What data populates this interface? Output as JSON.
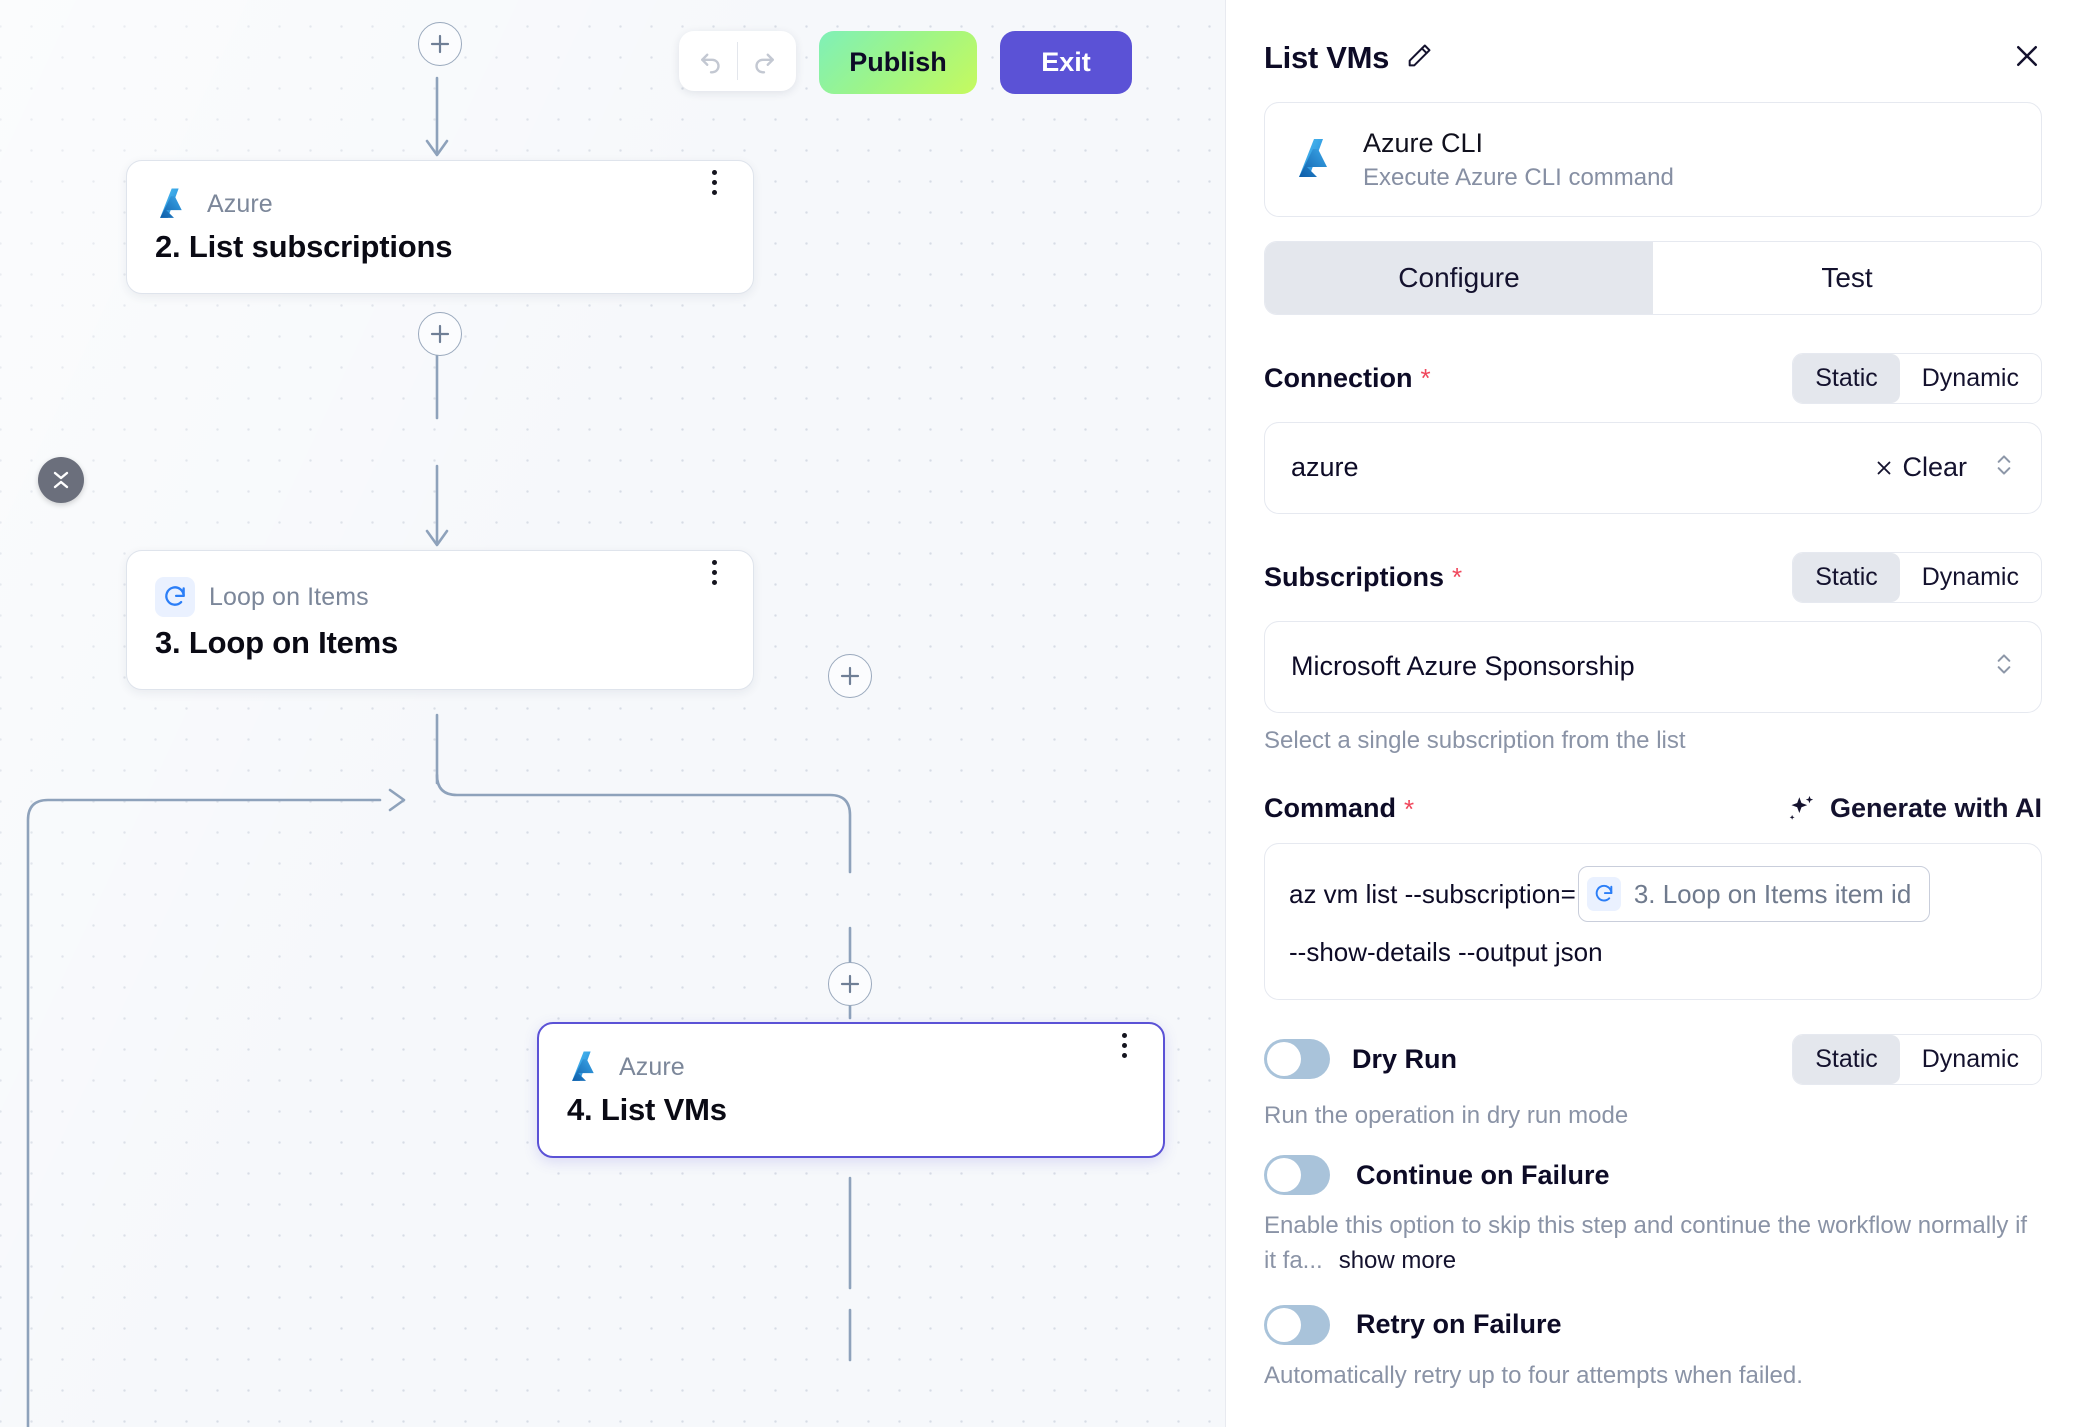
{
  "toolbar": {
    "undo_icon": "undo-arrow-icon",
    "redo_icon": "redo-arrow-icon",
    "publish_label": "Publish",
    "exit_label": "Exit",
    "publish_color": "#9df588",
    "exit_color": "#5b52d6"
  },
  "canvas": {
    "nodes": [
      {
        "type": "Azure",
        "title": "2. List subscriptions",
        "icon": "azure-icon",
        "selected": false
      },
      {
        "type": "Loop on Items",
        "title": "3. Loop on Items",
        "icon": "loop-refresh-icon",
        "selected": false
      },
      {
        "type": "Azure",
        "title": "4. List VMs",
        "icon": "azure-icon",
        "selected": true
      }
    ],
    "add_button_icon": "plus-icon",
    "collapse_button_icon": "collapse-chevrons-icon",
    "selected_border_color": "#5b52d6"
  },
  "panel": {
    "title": "List VMs",
    "edit_icon": "pencil-icon",
    "close_icon": "close-icon",
    "operation": {
      "name": "Azure CLI",
      "description": "Execute Azure CLI command",
      "icon": "azure-icon"
    },
    "tabs": [
      {
        "label": "Configure",
        "active": true
      },
      {
        "label": "Test",
        "active": false
      }
    ],
    "fields": {
      "connection": {
        "label": "Connection",
        "required": "*",
        "mode_static": "Static",
        "mode_dynamic": "Dynamic",
        "active_mode": "Static",
        "value": "azure",
        "clear_label": "Clear",
        "clear_icon": "close-x-icon",
        "stepper_icon": "chevron-updown-icon"
      },
      "subscriptions": {
        "label": "Subscriptions",
        "required": "*",
        "mode_static": "Static",
        "mode_dynamic": "Dynamic",
        "active_mode": "Static",
        "value": "Microsoft Azure Sponsorship",
        "hint": "Select a single subscription from the list",
        "stepper_icon": "chevron-updown-icon"
      },
      "command": {
        "label": "Command",
        "required": "*",
        "generate_label": "Generate with AI",
        "generate_icon": "sparkle-icon",
        "text_before": "az vm list --subscription=",
        "chip_label": "3. Loop on Items item id",
        "chip_icon": "loop-refresh-icon",
        "text_after": "--show-details --output json"
      },
      "dry_run": {
        "label": "Dry Run",
        "enabled": false,
        "mode_static": "Static",
        "mode_dynamic": "Dynamic",
        "active_mode": "Static",
        "description": "Run the operation in dry run mode"
      },
      "continue_on_failure": {
        "label": "Continue on Failure",
        "enabled": false,
        "description": "Enable this option to skip this step and continue the workflow normally if it fa...",
        "show_more": "show more"
      },
      "retry_on_failure": {
        "label": "Retry on Failure",
        "enabled": false,
        "description": "Automatically retry up to four attempts when failed."
      }
    }
  }
}
